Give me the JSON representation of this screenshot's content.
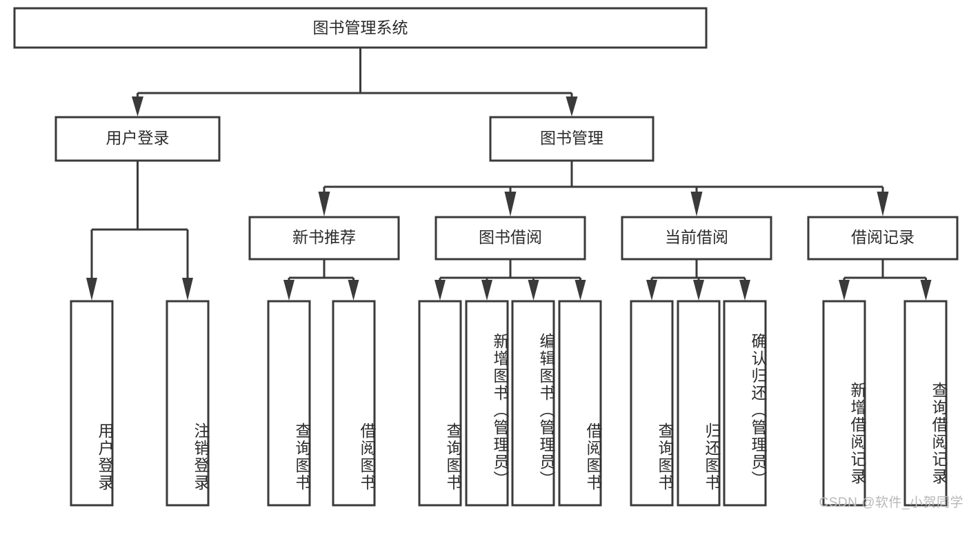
{
  "diagram": {
    "type": "tree-hierarchy-flowchart",
    "title_node": {
      "id": "root",
      "label": "图书管理系统"
    },
    "levels": [
      {
        "level": 1,
        "nodes": [
          {
            "id": "root",
            "label": "图书管理系统",
            "orientation": "horizontal"
          }
        ]
      },
      {
        "level": 2,
        "nodes": [
          {
            "id": "user-login",
            "label": "用户登录",
            "orientation": "horizontal",
            "parent": "root"
          },
          {
            "id": "book-manage",
            "label": "图书管理",
            "orientation": "horizontal",
            "parent": "root"
          }
        ]
      },
      {
        "level": 3,
        "nodes": [
          {
            "id": "new-book-rec",
            "label": "新书推荐",
            "orientation": "horizontal",
            "parent": "book-manage"
          },
          {
            "id": "book-borrow",
            "label": "图书借阅",
            "orientation": "horizontal",
            "parent": "book-manage"
          },
          {
            "id": "current-borrow",
            "label": "当前借阅",
            "orientation": "horizontal",
            "parent": "book-manage"
          },
          {
            "id": "borrow-record",
            "label": "借阅记录",
            "orientation": "horizontal",
            "parent": "book-manage"
          }
        ]
      },
      {
        "level": 4,
        "nodes": [
          {
            "id": "leaf-1",
            "label": "用户登录",
            "orientation": "vertical",
            "parent": "user-login"
          },
          {
            "id": "leaf-2",
            "label": "注销登录",
            "orientation": "vertical",
            "parent": "user-login"
          },
          {
            "id": "leaf-3",
            "label": "查询图书",
            "orientation": "vertical",
            "parent": "new-book-rec"
          },
          {
            "id": "leaf-4",
            "label": "借阅图书",
            "orientation": "vertical",
            "parent": "new-book-rec"
          },
          {
            "id": "leaf-5",
            "label": "查询图书",
            "orientation": "vertical",
            "parent": "book-borrow"
          },
          {
            "id": "leaf-6",
            "label": "新增图书（管理员）",
            "orientation": "vertical",
            "parent": "book-borrow"
          },
          {
            "id": "leaf-7",
            "label": "编辑图书（管理员）",
            "orientation": "vertical",
            "parent": "book-borrow"
          },
          {
            "id": "leaf-8",
            "label": "借阅图书",
            "orientation": "vertical",
            "parent": "book-borrow"
          },
          {
            "id": "leaf-9",
            "label": "查询图书",
            "orientation": "vertical",
            "parent": "current-borrow"
          },
          {
            "id": "leaf-10",
            "label": "归还图书",
            "orientation": "vertical",
            "parent": "current-borrow"
          },
          {
            "id": "leaf-11",
            "label": "确认归还（管理员）",
            "orientation": "vertical",
            "parent": "current-borrow"
          },
          {
            "id": "leaf-12",
            "label": "新增借阅记录",
            "orientation": "vertical",
            "parent": "borrow-record"
          },
          {
            "id": "leaf-13",
            "label": "查询借阅记录",
            "orientation": "vertical",
            "parent": "borrow-record"
          }
        ]
      }
    ]
  },
  "watermark": {
    "text": "CSDN @软件_小贺同学"
  },
  "colors": {
    "background": "#ffffff",
    "box_fill": "#ffffff",
    "box_stroke": "#3a3a3a",
    "connector": "#3a3a3a",
    "text": "#2b2b2b",
    "watermark": "#b8b8b8"
  }
}
